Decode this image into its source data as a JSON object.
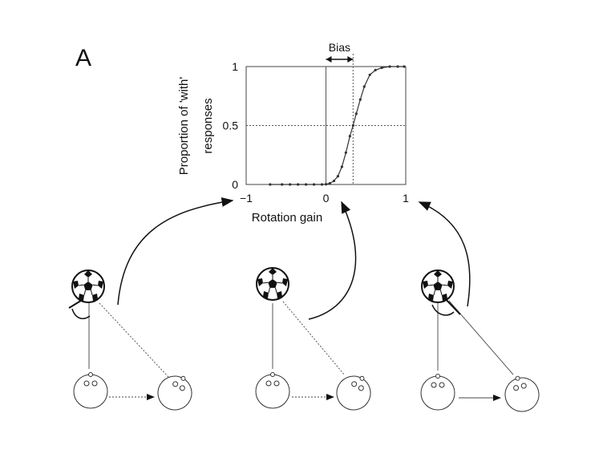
{
  "panel_label": "A",
  "chart_data": {
    "type": "line",
    "xlabel": "Rotation gain",
    "ylabel_line1": "Proportion of 'with'",
    "ylabel_line2": "responses",
    "xlim": [
      -1,
      1
    ],
    "ylim": [
      0,
      1
    ],
    "x_ticks": [
      "−1",
      "0",
      "1"
    ],
    "y_ticks": [
      "0",
      "0.5",
      "1"
    ],
    "annotation": "Bias",
    "bias": 0.34,
    "grid": false,
    "series": [
      {
        "x": [
          -0.7,
          -0.55,
          -0.45,
          -0.35,
          -0.25,
          -0.15,
          -0.05,
          0,
          0.05,
          0.1,
          0.15,
          0.2,
          0.25,
          0.3,
          0.34,
          0.38,
          0.43,
          0.48,
          0.55,
          0.62,
          0.7,
          0.8,
          0.9,
          0.98
        ],
        "y": [
          0,
          0,
          0,
          0,
          0,
          0,
          0,
          0.002,
          0.01,
          0.03,
          0.07,
          0.15,
          0.27,
          0.41,
          0.5,
          0.6,
          0.72,
          0.83,
          0.93,
          0.97,
          0.99,
          1,
          1,
          1
        ]
      }
    ]
  },
  "colors": {
    "ink": "#111111",
    "line": "#555555",
    "background": "#ffffff"
  }
}
